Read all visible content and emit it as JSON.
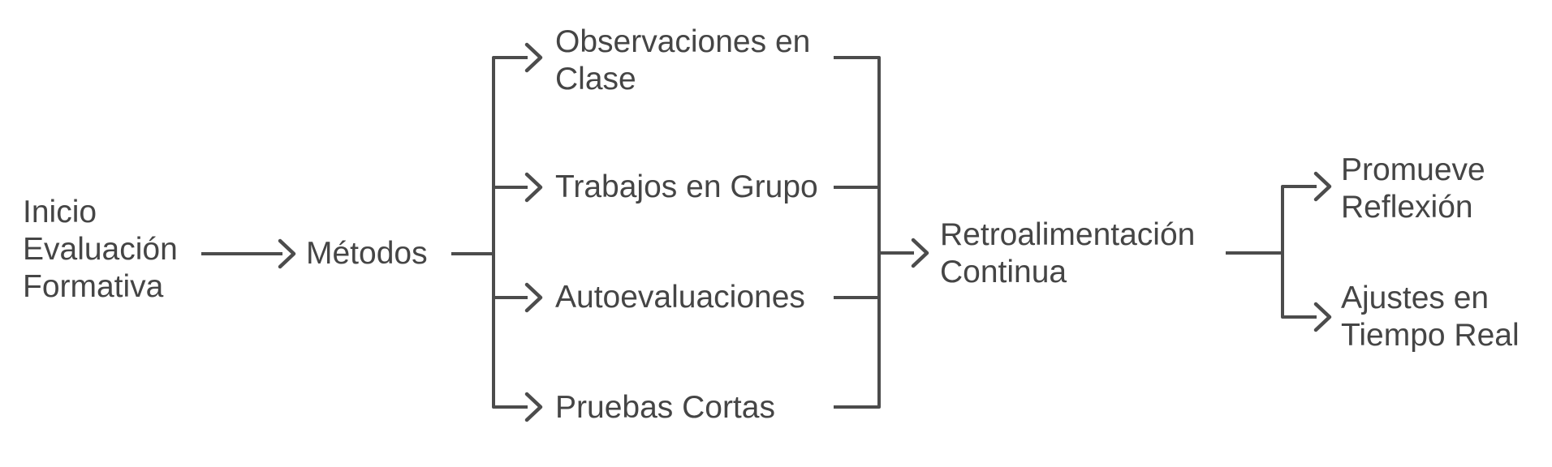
{
  "diagram": {
    "type": "flowchart-left-to-right",
    "background_color": "#ffffff",
    "line_color": "#4c4c4c",
    "text_color": "#454545",
    "nodes": {
      "inicio": {
        "lines": [
          "Inicio",
          "Evaluación",
          "Formativa"
        ]
      },
      "metodos": {
        "lines": [
          "Métodos"
        ]
      },
      "observaciones": {
        "lines": [
          "Observaciones en",
          "Clase"
        ]
      },
      "trabajos": {
        "lines": [
          "Trabajos en Grupo"
        ]
      },
      "autoevaluaciones": {
        "lines": [
          "Autoevaluaciones"
        ]
      },
      "pruebas": {
        "lines": [
          "Pruebas Cortas"
        ]
      },
      "retroalimentacion": {
        "lines": [
          "Retroalimentación",
          "Continua"
        ]
      },
      "promueve": {
        "lines": [
          "Promueve",
          "Reflexión"
        ]
      },
      "ajustes": {
        "lines": [
          "Ajustes en",
          "Tiempo Real"
        ]
      }
    },
    "edges": [
      {
        "from": "Inicio Evaluación Formativa",
        "to": "Métodos"
      },
      {
        "from": "Métodos",
        "to": "Observaciones en Clase"
      },
      {
        "from": "Métodos",
        "to": "Trabajos en Grupo"
      },
      {
        "from": "Métodos",
        "to": "Autoevaluaciones"
      },
      {
        "from": "Métodos",
        "to": "Pruebas Cortas"
      },
      {
        "from": "Observaciones en Clase",
        "to": "Retroalimentación Continua"
      },
      {
        "from": "Trabajos en Grupo",
        "to": "Retroalimentación Continua"
      },
      {
        "from": "Autoevaluaciones",
        "to": "Retroalimentación Continua"
      },
      {
        "from": "Pruebas Cortas",
        "to": "Retroalimentación Continua"
      },
      {
        "from": "Retroalimentación Continua",
        "to": "Promueve Reflexión"
      },
      {
        "from": "Retroalimentación Continua",
        "to": "Ajustes en Tiempo Real"
      }
    ]
  }
}
